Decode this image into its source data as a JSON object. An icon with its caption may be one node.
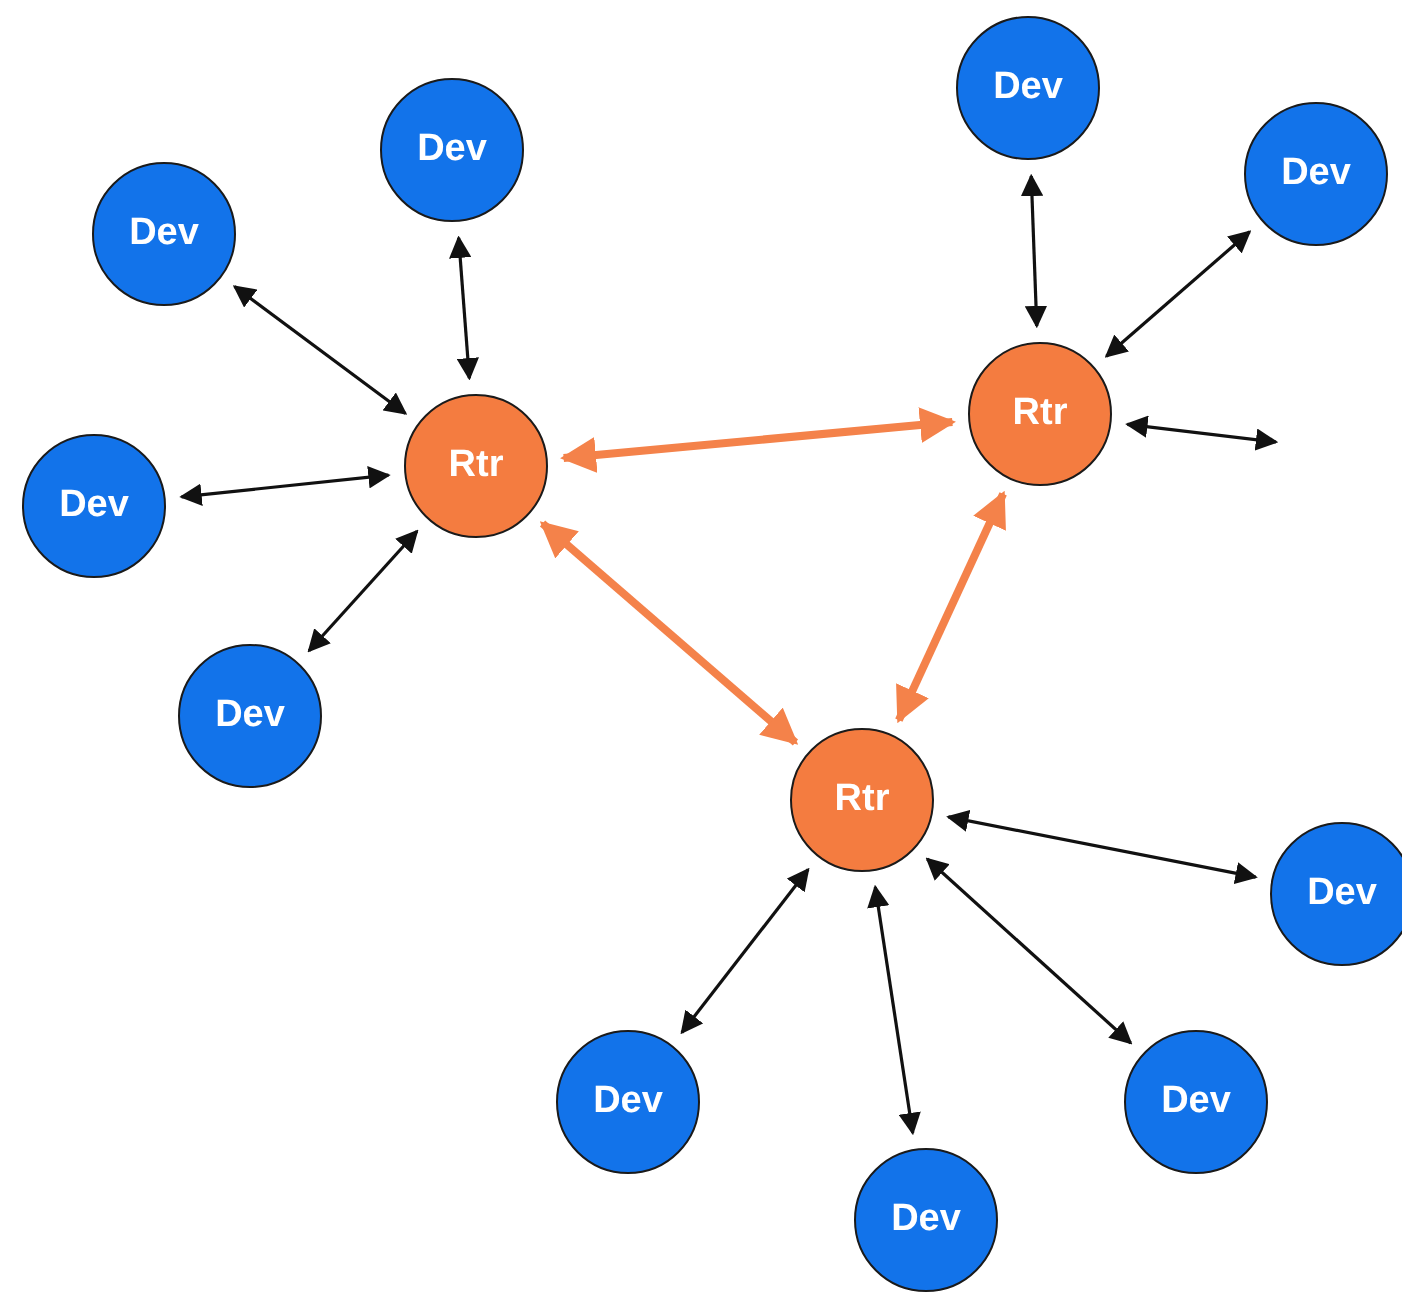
{
  "diagram": {
    "nodes": [
      {
        "text": [
          "Dev"
        ]
      },
      {
        "text": [
          "Dev"
        ]
      },
      {
        "text": [
          "Dev"
        ]
      },
      {
        "text": [
          "Dev"
        ]
      },
      {
        "text": [
          "Rtr"
        ]
      },
      {
        "text": [
          "Rtr"
        ]
      },
      {
        "text": [
          "Dev"
        ]
      },
      {
        "text": [
          "Dev"
        ]
      },
      {
        "text": [
          "Rtr"
        ]
      },
      {
        "text": [
          "Dev"
        ]
      },
      {
        "text": [
          "Dev"
        ]
      },
      {
        "text": [
          "Dev"
        ]
      },
      {
        "text": [
          "Dev"
        ]
      }
    ],
    "edges": [
      {
        "from": 5,
        "to": 1,
        "arrow": "both"
      },
      {
        "from": 5,
        "to": 3,
        "arrow": "both"
      },
      {
        "from": 5,
        "to": 6,
        "arrow": "both"
      },
      {
        "from": 5,
        "to": 7,
        "arrow": "both"
      },
      {
        "from": 4,
        "to": 0,
        "arrow": "both"
      },
      {
        "from": 4,
        "to": 2,
        "arrow": "both"
      },
      {
        "from": 4,
        "to": null,
        "arrow": "both"
      },
      {
        "from": 8,
        "to": 9,
        "arrow": "both"
      },
      {
        "from": 8,
        "to": 10,
        "arrow": "both"
      },
      {
        "from": 8,
        "to": 11,
        "arrow": "both"
      },
      {
        "from": 8,
        "to": 12,
        "arrow": "both"
      },
      {
        "from": 5,
        "to": 4,
        "arrow": "both",
        "style": "thick",
        "color": "#f4824a"
      },
      {
        "from": 5,
        "to": 8,
        "arrow": "both",
        "style": "thick",
        "color": "#f4824a"
      },
      {
        "from": 4,
        "to": 8,
        "arrow": "both",
        "style": "thick",
        "color": "#f4824a"
      }
    ]
  }
}
